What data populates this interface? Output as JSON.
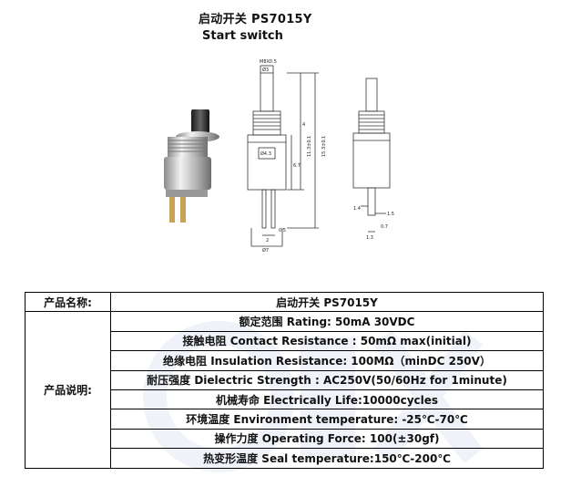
{
  "header": {
    "title": "启动开关 PS7015Y",
    "subtitle": "Start switch"
  },
  "drawing": {
    "dimensions": {
      "thread": "M8X0.5",
      "cap_dia": "Ø3",
      "body_dia": "Ø4.3",
      "pin_dia": "Ø7",
      "len_4": "4",
      "len_6_7": "6.7",
      "len_11_3": "11.3±0.1",
      "len_15_3": "15.3±0.1",
      "len_2": "2",
      "len_0_5": "0.5",
      "len_1_4": "1.4",
      "len_1_5": "1.5",
      "len_0_7": "0.7",
      "len_1_3": "1.3"
    }
  },
  "table": {
    "name_label": "产品名称:",
    "name_value": "启动开关 PS7015Y",
    "desc_label": "产品说明:",
    "rows": [
      "额定范围 Rating: 50mA 30VDC",
      "接触电阻 Contact Resistance : 50mΩ max(initial)",
      "绝缘电阻 Insulation Resistance: 100MΩ（minDC 250V）",
      "耐压强度 Dielectric Strength : AC250V(50/60Hz for 1minute)",
      "机械寿命 Electrically Life:10000cycles",
      "环境温度 Environment temperature: -25℃-70℃",
      "操作力度 Operating Force: 100(±30gf)",
      "热变形温度 Seal temperature:150℃-200℃"
    ]
  },
  "colors": {
    "border": "#000000",
    "line": "#333333",
    "metal": "#c8c8c8"
  }
}
